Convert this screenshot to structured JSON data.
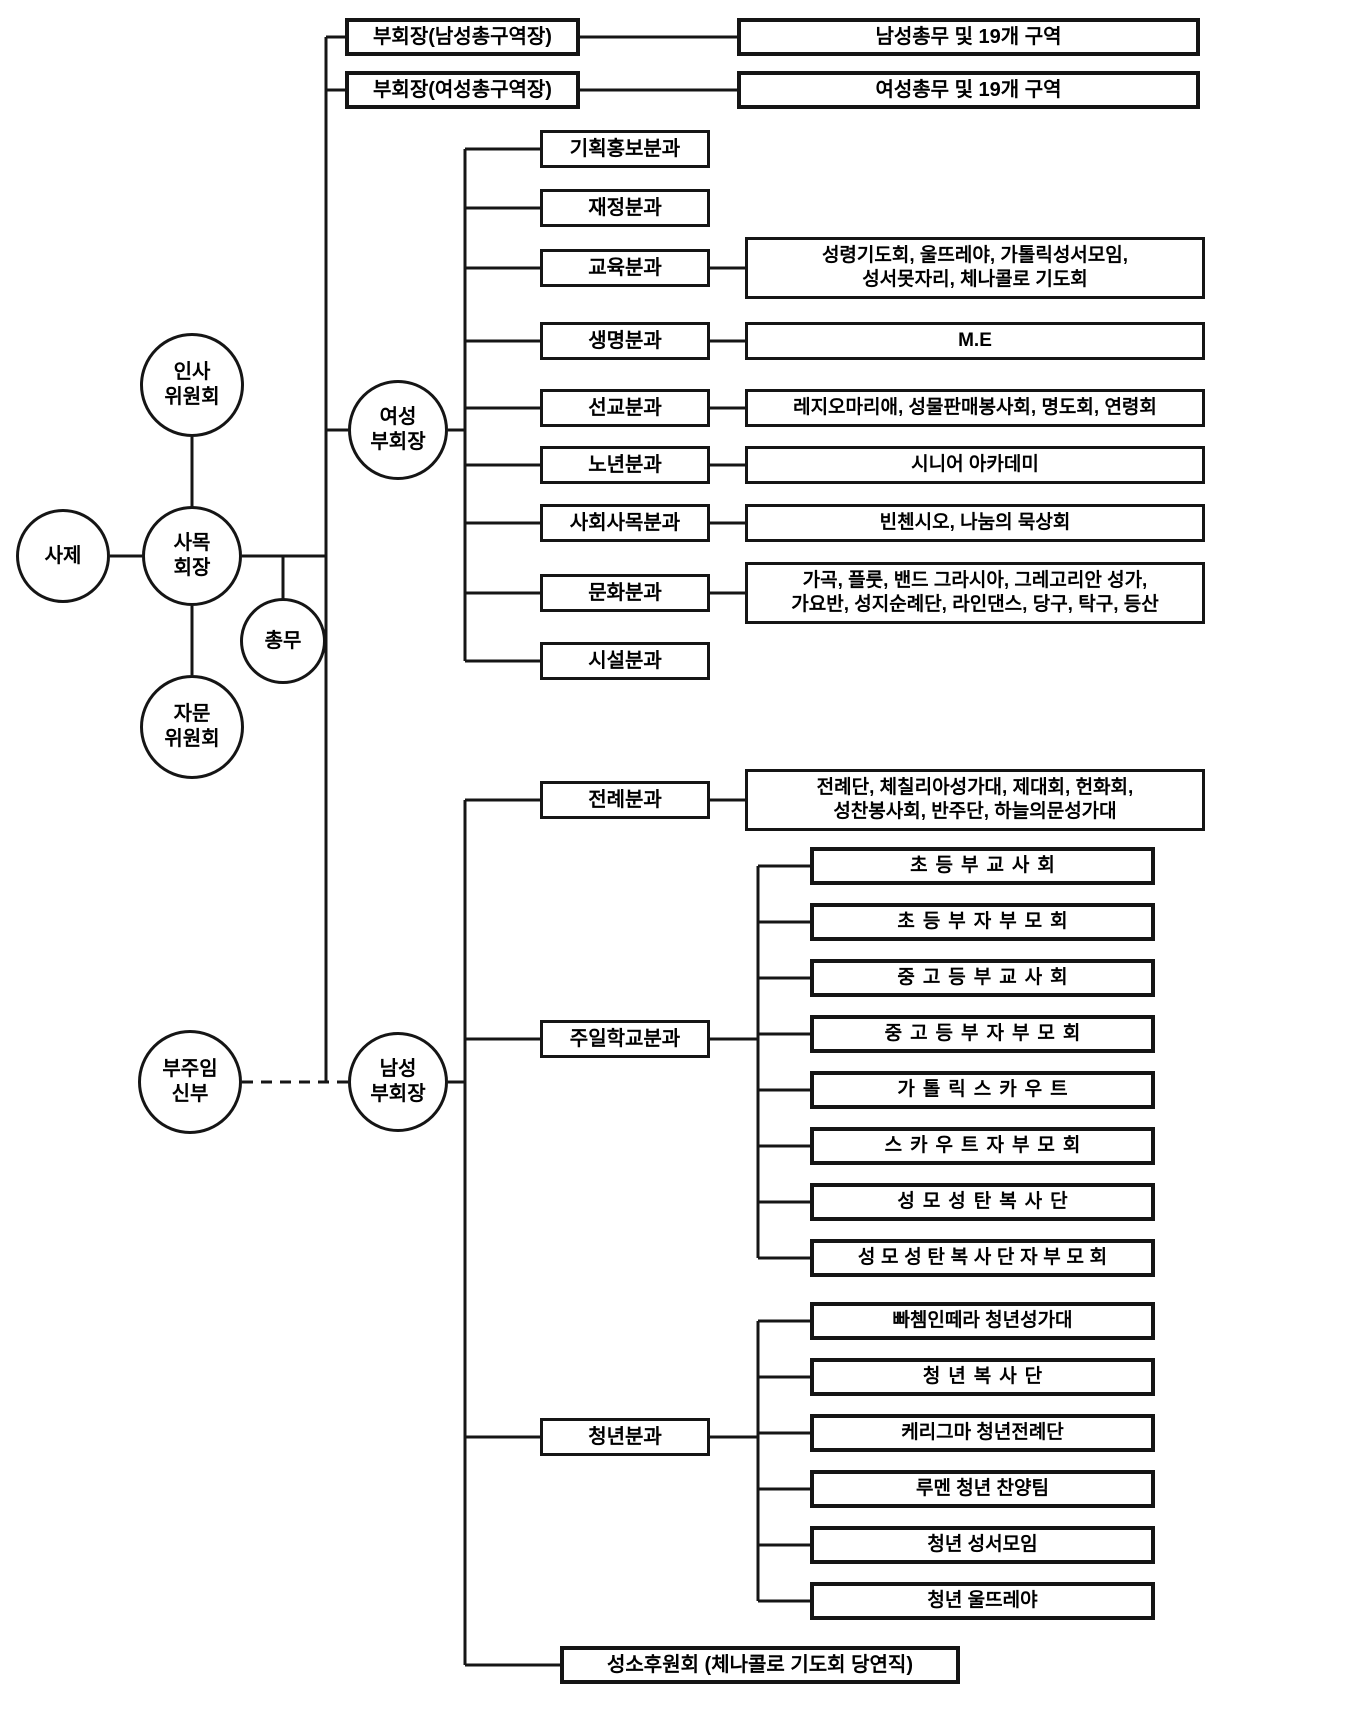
{
  "diagram_title": "parish pastoral council organization chart",
  "colors": {
    "background": "#ffffff",
    "line": "#151515",
    "box_border": "#151515",
    "text": "#000000"
  },
  "circles": {
    "priest": {
      "label": "사제"
    },
    "pastoral_chair": {
      "line1": "사목",
      "line2": "회장"
    },
    "hr_committee": {
      "line1": "인사",
      "line2": "위원회"
    },
    "secretary": {
      "label": "총무"
    },
    "advisory_committee": {
      "line1": "자문",
      "line2": "위원회"
    },
    "assistant_priest": {
      "line1": "부주임",
      "line2": "신부"
    },
    "women_vice_chair": {
      "line1": "여성",
      "line2": "부회장"
    },
    "men_vice_chair": {
      "line1": "남성",
      "line2": "부회장"
    }
  },
  "top_rows": [
    {
      "label": "부회장(남성총구역장)",
      "detail": "남성총무 및 19개 구역"
    },
    {
      "label": "부회장(여성총구역장)",
      "detail": "여성총무 및 19개 구역"
    }
  ],
  "women_branch": [
    {
      "label": "기획홍보분과"
    },
    {
      "label": "재정분과"
    },
    {
      "label": "교육분과",
      "detail_line1": "성령기도회, 울뜨레야, 가톨릭성서모임,",
      "detail_line2": "성서못자리, 체나콜로 기도회"
    },
    {
      "label": "생명분과",
      "detail": "M.E"
    },
    {
      "label": "선교분과",
      "detail": "레지오마리애, 성물판매봉사회, 명도회, 연령회"
    },
    {
      "label": "노년분과",
      "detail": "시니어 아카데미"
    },
    {
      "label": "사회사목분과",
      "detail": "빈첸시오, 나눔의 묵상회"
    },
    {
      "label": "문화분과",
      "detail_line1": "가곡, 플룻, 밴드 그라시아, 그레고리안 성가,",
      "detail_line2": "가요반, 성지순례단, 라인댄스, 당구, 탁구, 등산"
    },
    {
      "label": "시설분과"
    }
  ],
  "men_branch": {
    "liturgy": {
      "label": "전례분과",
      "detail_line1": "전례단, 체칠리아성가대, 제대회, 헌화회,",
      "detail_line2": "성찬봉사회, 반주단, 하늘의문성가대"
    },
    "sunday_school": {
      "label": "주일학교분과",
      "children": [
        "초등부교사회",
        "초등부자부모회",
        "중고등부교사회",
        "중고등부자부모회",
        "가톨릭스카우트",
        "스카우트자부모회",
        "성모성탄복사단",
        "성모성탄복사단자부모회"
      ]
    },
    "youth": {
      "label": "청년분과",
      "children": [
        "빠쳄인떼라 청년성가대",
        "청년복사단",
        "케리그마 청년전례단",
        "루멘 청년 찬양팀",
        "청년 성서모임",
        "청년 울뜨레야"
      ]
    },
    "vocation": {
      "label": "성소후원회 (체나콜로 기도회 당연직)"
    }
  }
}
